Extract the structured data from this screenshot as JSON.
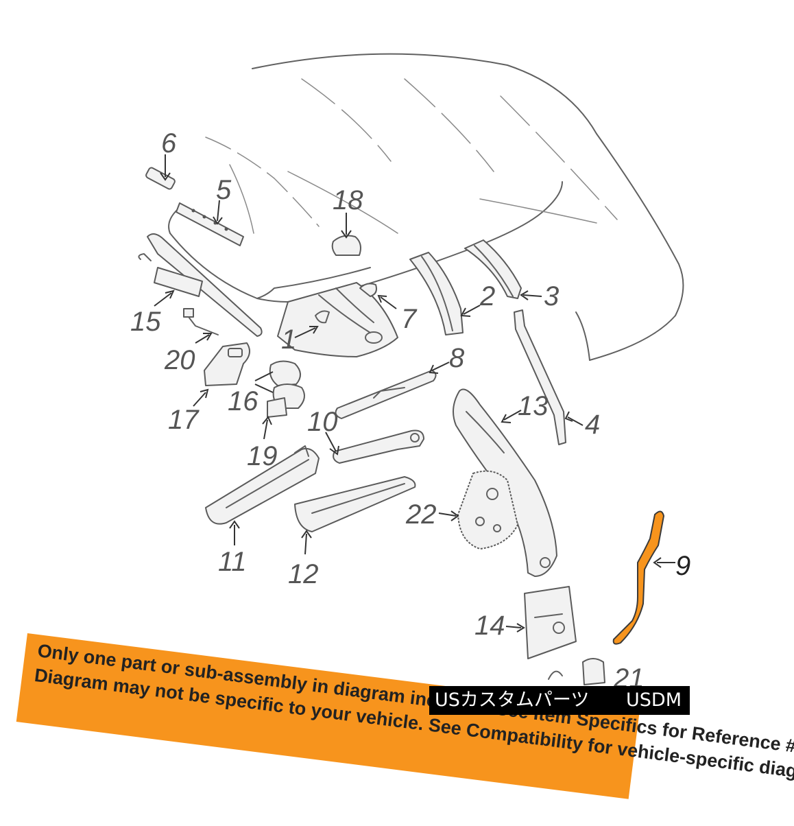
{
  "diagram": {
    "labels": {
      "l1": "1",
      "l2": "2",
      "l3": "3",
      "l4": "4",
      "l5": "5",
      "l6": "6",
      "l7": "7",
      "l8": "8",
      "l9": "9",
      "l10": "10",
      "l11": "11",
      "l12": "12",
      "l13": "13",
      "l14": "14",
      "l15": "15",
      "l16": "16",
      "l17": "17",
      "l18": "18",
      "l19": "19",
      "l20": "20",
      "l21": "21",
      "l22": "22"
    },
    "colors": {
      "highlight": "#f7941d",
      "line": "#606060",
      "banner": "#f7941d"
    }
  },
  "banner": {
    "line1": "Only one part or sub-assembly in diagram included. See Item Specifics for Reference #.",
    "line2": "Diagram may not be specific to your vehicle. See Compatibility for vehicle-specific diagrams."
  },
  "watermark": {
    "left": "USカスタムパーツ",
    "right": "USDM"
  }
}
